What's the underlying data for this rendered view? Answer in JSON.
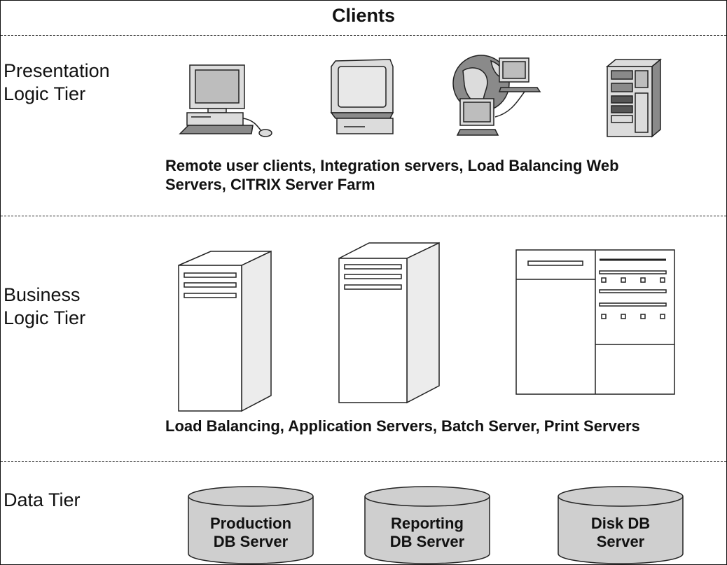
{
  "header": {
    "title": "Clients"
  },
  "tiers": {
    "presentation": {
      "label_line1": "Presentation",
      "label_line2": "Logic Tier",
      "caption_line1": "Remote user clients, Integration servers, Load Balancing Web",
      "caption_line2": "Servers, CITRIX Server Farm"
    },
    "business": {
      "label_line1": "Business",
      "label_line2": "Logic Tier",
      "caption": "Load Balancing, Application Servers, Batch Server, Print Servers"
    },
    "data": {
      "label": "Data Tier",
      "databases": [
        {
          "line1": "Production",
          "line2": "DB Server"
        },
        {
          "line1": "Reporting",
          "line2": "DB Server"
        },
        {
          "line1": "Disk DB",
          "line2": "Server"
        }
      ]
    }
  },
  "colors": {
    "line": "#222222",
    "device_fill": "#dcdcdc",
    "device_dark": "#8a8a8a",
    "screen_fill": "#bdbdbd",
    "db_fill": "#cfcfcf"
  }
}
